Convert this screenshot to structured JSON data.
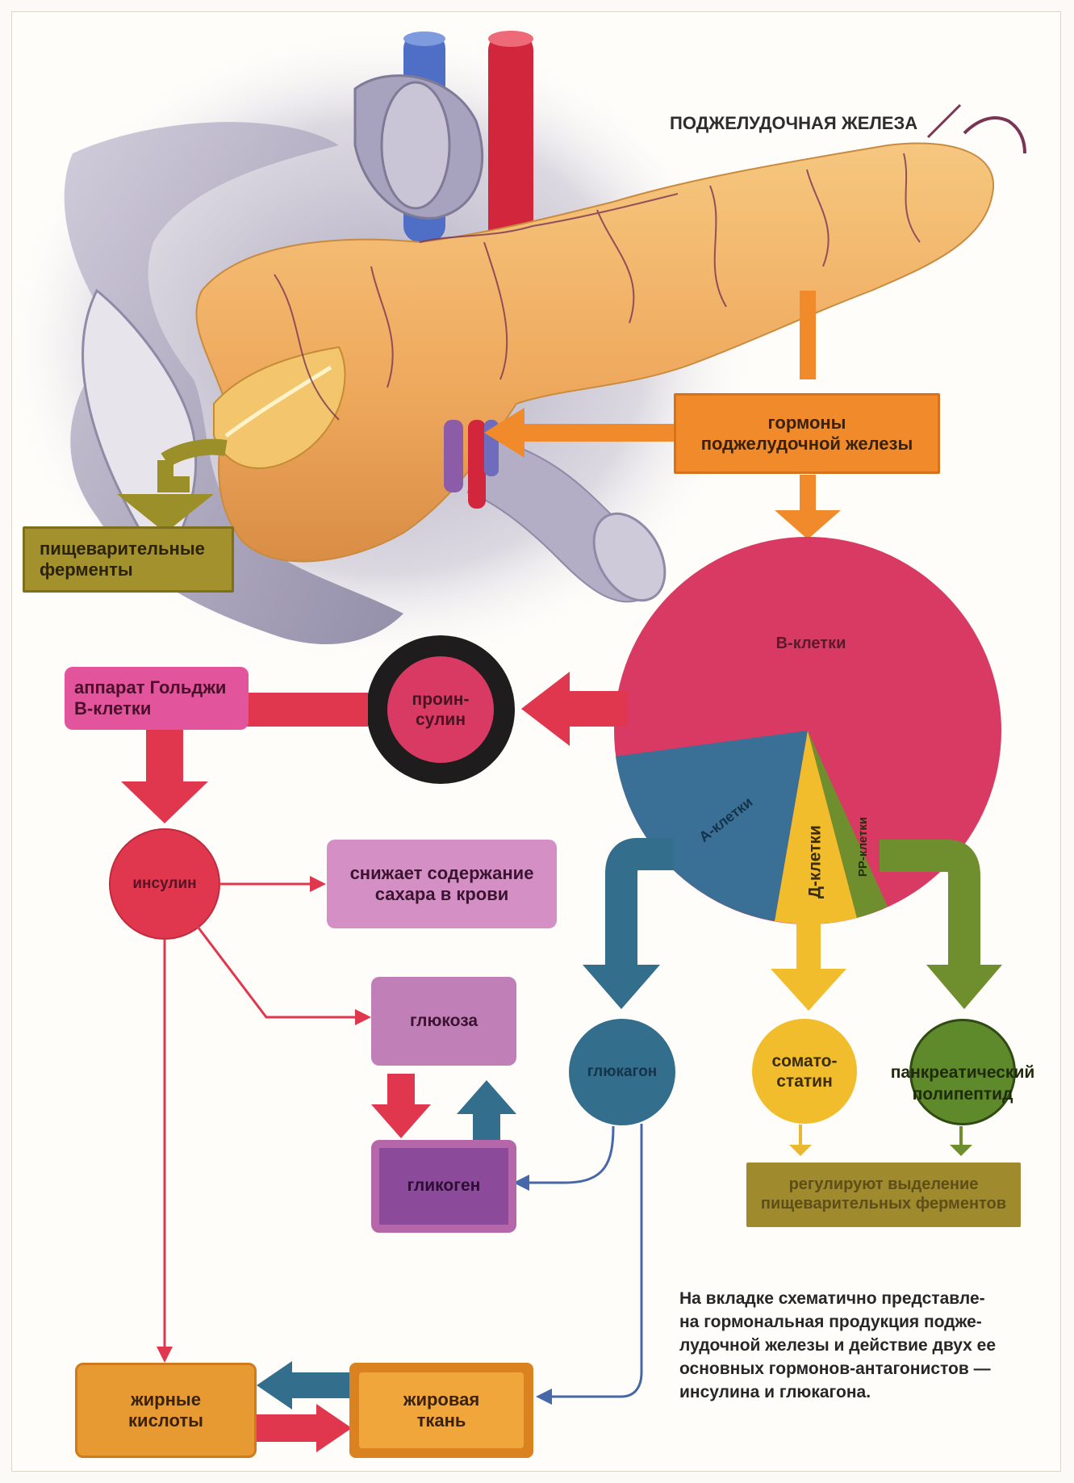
{
  "title": "ПОДЖЕЛУДОЧНАЯ ЖЕЛЕЗА",
  "hormones_box": {
    "line1": "гормоны",
    "line2": "поджелудочной железы"
  },
  "digestive_box": {
    "line1": "пищеварительные",
    "line2": "ферменты"
  },
  "cell_types": {
    "b": "В-клетки",
    "a": "А-клетки",
    "d": "Д-клетки",
    "pp": "РР-клетки"
  },
  "proinsulin": {
    "line1": "проин-",
    "line2": "сулин"
  },
  "golgi_box": {
    "line1": "аппарат Гольджи",
    "line2": "В-клетки"
  },
  "insulin": "инсулин",
  "lowers_sugar": {
    "line1": "снижает содержание",
    "line2": "сахара в крови"
  },
  "glucose": "глюкоза",
  "glycogen": "гликоген",
  "glucagon": "глюкагон",
  "somatostatin": {
    "line1": "сомато-",
    "line2": "статин"
  },
  "polypeptide": {
    "line1": "панкреатический",
    "line2": "полипептид"
  },
  "regulate_box": {
    "line1": "регулируют выделение",
    "line2": "пищеварительных ферментов"
  },
  "fatty_acids": {
    "line1": "жирные",
    "line2": "кислоты"
  },
  "adipose": {
    "line1": "жировая",
    "line2": "ткань"
  },
  "caption": {
    "line1": "На вкладке схематично представле-",
    "line2": "на гормональная продукция подже-",
    "line3": "лудочной железы и действие двух ее",
    "line4": "основных   гормонов-антагонистов —",
    "line5": "инсулина и глюкагона."
  },
  "colors": {
    "pancreas": "#f2b566",
    "b_cells": "#d93a63",
    "a_cells": "#3a6f96",
    "d_cells": "#f1bd2c",
    "pp_cells": "#6f8f2e",
    "orange_arrow": "#f08a2a",
    "red_arrow": "#e0374f",
    "blue_arrow": "#336e8c",
    "pink_box": "#e2559d",
    "purple_box": "#b567a9",
    "glycogen_box": "#8c4a9a",
    "olive_box": "#a08a2e",
    "fat_box": "#e89a32"
  }
}
